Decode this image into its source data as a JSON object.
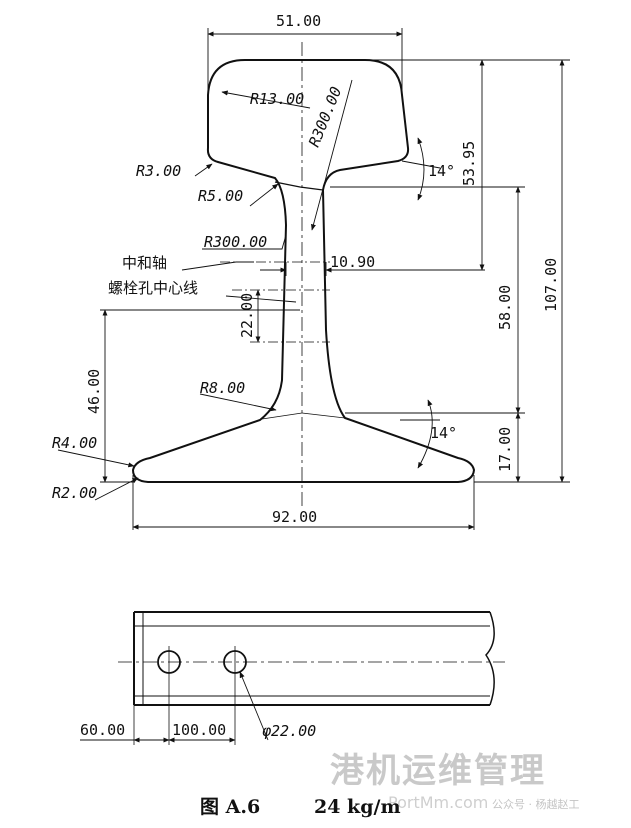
{
  "cross_section": {
    "top_width": "51.00",
    "head_radius": "R13.00",
    "crown_radius": "R300.00",
    "head_corner_radius": "R3.00",
    "neck_radius": "R5.00",
    "web_radius": "R300.00",
    "neutral_axis": "中和轴",
    "bolt_hole_centerline": "螺栓孔中心线",
    "web_thickness": "10.90",
    "bolt_hole_span": "22.00",
    "bolt_hole_height": "46.00",
    "base_fillet_radius": "R8.00",
    "base_tip_radius": "R4.00",
    "base_edge_radius": "R2.00",
    "base_width": "92.00",
    "head_height": "53.95",
    "web_height": "58.00",
    "total_height": "107.00",
    "base_height": "17.00",
    "head_angle": "14°",
    "base_angle": "14°"
  },
  "side_view": {
    "end_to_hole": "60.00",
    "hole_spacing": "100.00",
    "hole_diameter": "φ22.00"
  },
  "caption": {
    "prefix": "图 A.6",
    "title": "24 kg/m"
  },
  "watermark": {
    "main": "港机运维管理",
    "site": "PortMm.com",
    "account": "公众号 · 杨越赵工"
  }
}
